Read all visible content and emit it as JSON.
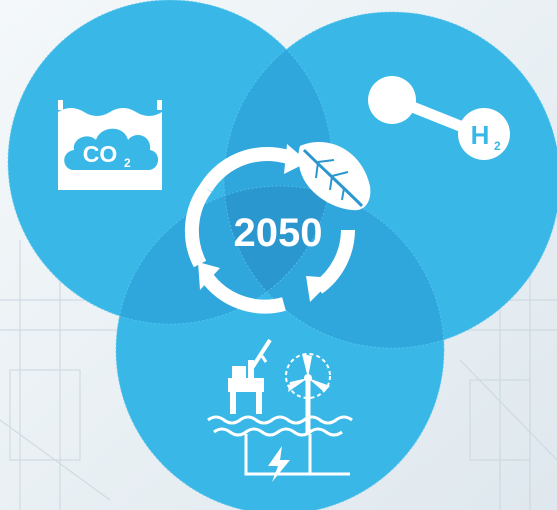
{
  "diagram": {
    "center_label": "2050",
    "co2": {
      "main": "CO",
      "subscript": "2",
      "icon": "co2-storage-icon"
    },
    "hydrogen": {
      "main": "H",
      "subscript": "2",
      "icon": "hydrogen-molecule-icon"
    },
    "offshore": {
      "icon": "offshore-wind-electrification-icon"
    },
    "cycle_icon": "circular-arrows-icon",
    "leaf_icon": "leaf-icon",
    "colors": {
      "circle": "#39b8e8",
      "overlap": "#2fa7dd",
      "center_overlap": "#2b97cf",
      "icon": "#ffffff",
      "icon_fill_dark": "#39b8e8"
    }
  }
}
